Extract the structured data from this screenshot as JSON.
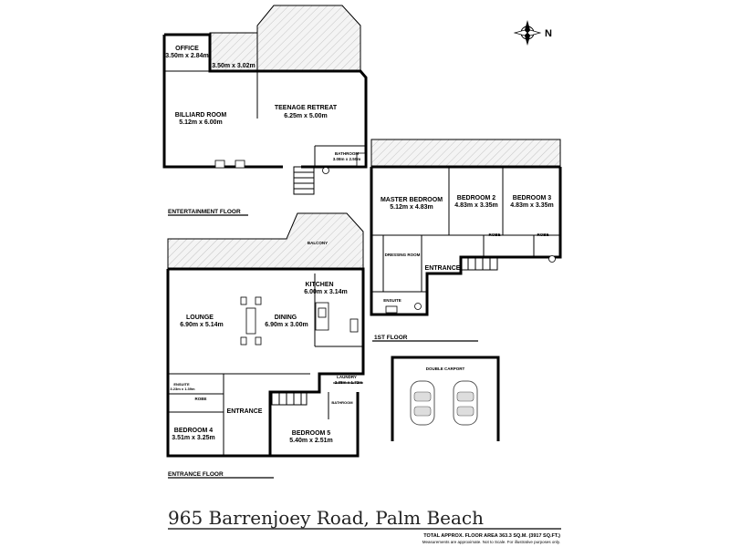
{
  "address": "965 Barrenjoey Road, Palm Beach",
  "footer": {
    "area": "TOTAL APPROX. FLOOR AREA 363.3 SQ.M. (3917 SQ.FT.)",
    "disclaimer": "Measurements are approximate. Not to Scale. For illustrative purposes only."
  },
  "compass": {
    "letter": "N",
    "icon": "compass-icon"
  },
  "floors": {
    "entertainment": "ENTERTAINMENT FLOOR",
    "first": "1ST FLOOR",
    "entrance": "ENTRANCE FLOOR"
  },
  "entertainment": {
    "office": {
      "name": "OFFICE",
      "size": "3.50m x 2.84m"
    },
    "unnamed_room": {
      "size": "3.50m x 3.02m"
    },
    "billiard": {
      "name": "BILLIARD ROOM",
      "size": "5.12m x 6.00m"
    },
    "teenage": {
      "name": "TEENAGE RETREAT",
      "size": "6.25m x 5.00m"
    },
    "bathroom": {
      "name": "BATHROOM",
      "size": "3.08m x 2.50m"
    }
  },
  "first": {
    "master": {
      "name": "MASTER BEDROOM",
      "size": "5.12m x 4.83m"
    },
    "bed2": {
      "name": "BEDROOM 2",
      "size": "4.83m x 3.35m"
    },
    "bed3": {
      "name": "BEDROOM 3",
      "size": "4.83m x 3.35m"
    },
    "dressing": {
      "name": "DRESSING\nROOM"
    },
    "robe": "ROBE",
    "entrance": "ENTRANCE",
    "ensuite": "ENSUITE"
  },
  "entrance_floor": {
    "balcony": "BALCONY",
    "kitchen": {
      "name": "KITCHEN",
      "size": "6.00m x 3.14m"
    },
    "lounge": {
      "name": "LOUNGE",
      "size": "6.90m x 5.14m"
    },
    "dining": {
      "name": "DINING",
      "size": "6.90m x 3.00m"
    },
    "laundry": {
      "name": "LAUNDRY",
      "size": "2.38m x 1.72m"
    },
    "ensuite": {
      "name": "ENSUITE",
      "size": "3.23m x 1.39m"
    },
    "robe": "ROBE",
    "entrance": "ENTRANCE",
    "bed4": {
      "name": "BEDROOM 4",
      "size": "3.51m x 3.25m"
    },
    "bed5": {
      "name": "BEDROOM 5",
      "size": "5.40m x 2.51m"
    },
    "bathroom_small": "BATHROOM"
  },
  "carport": {
    "name": "DOUBLE CARPORT"
  }
}
